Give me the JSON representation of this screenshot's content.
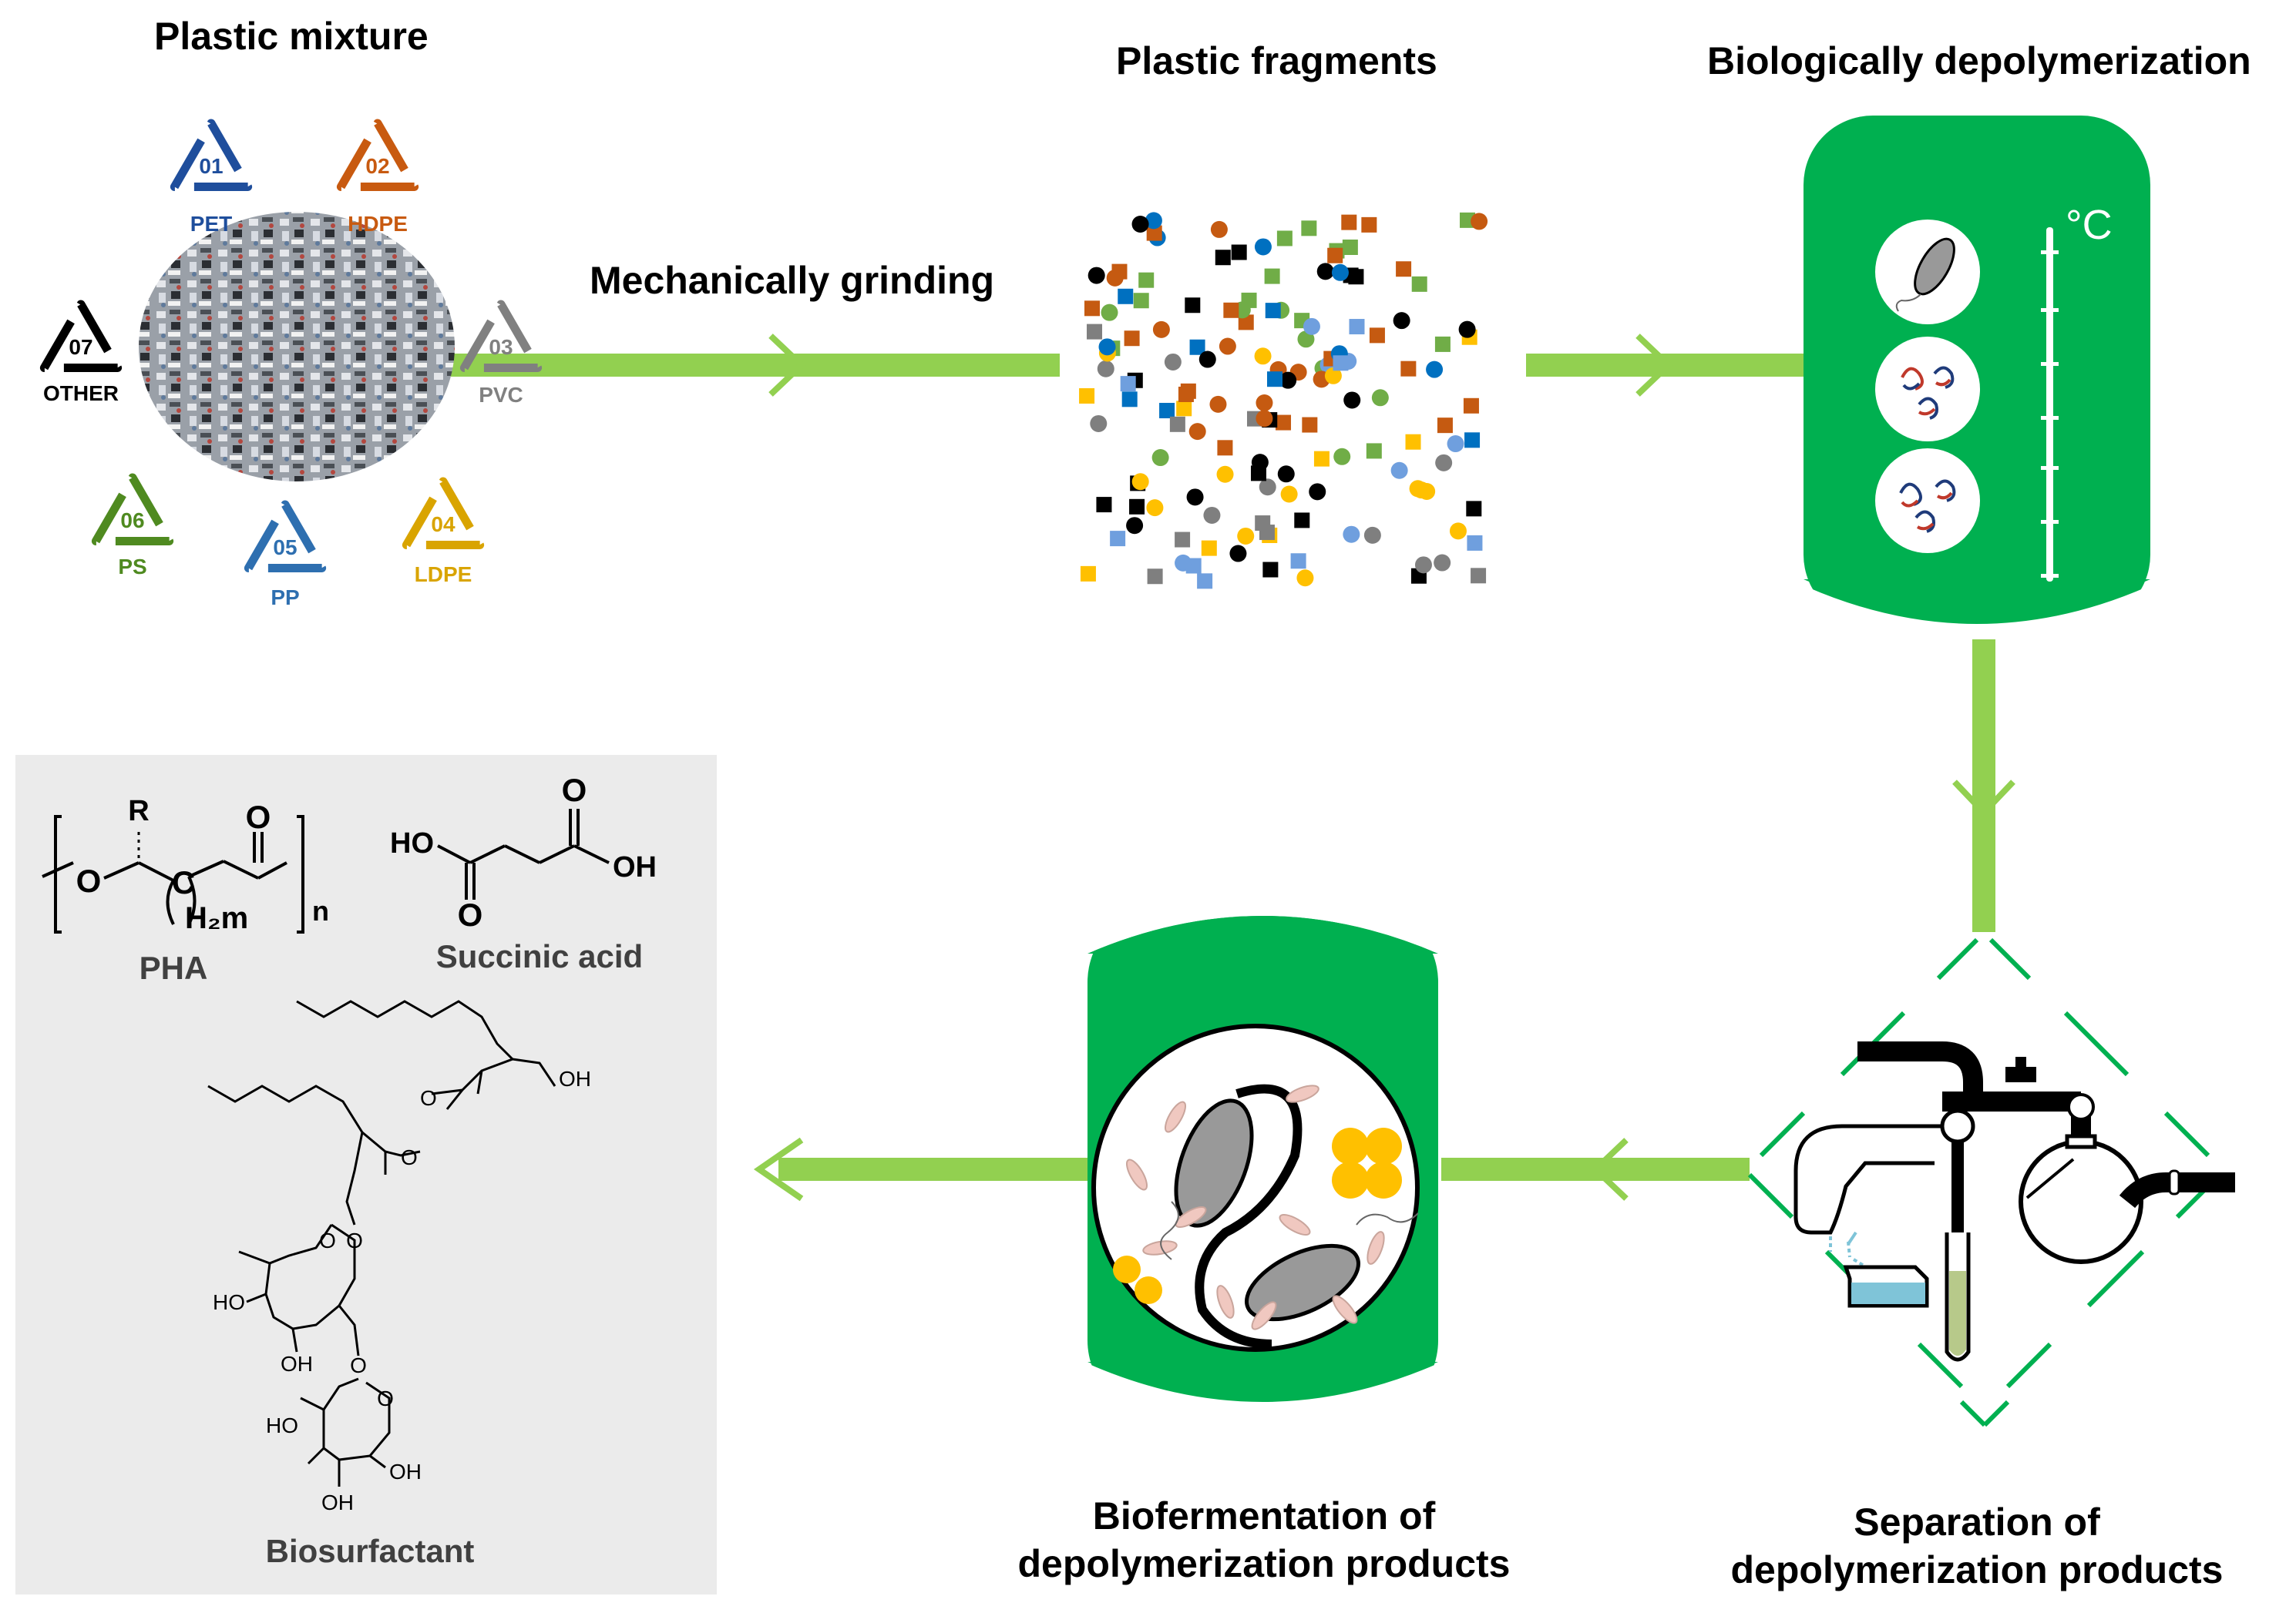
{
  "titles": {
    "plastic_mixture": "Plastic mixture",
    "mechanical": "Mechanically grinding",
    "fragments": "Plastic fragments",
    "bio_depoly": "Biologically depolymerization",
    "separation_l1": "Separation of",
    "separation_l2": "depolymerization products",
    "biofermentation_l1": "Biofermentation of",
    "biofermentation_l2": "depolymerization products"
  },
  "recycling_codes": [
    {
      "code": "01",
      "name": "PET",
      "color": "#1f4e9c"
    },
    {
      "code": "02",
      "name": "HDPE",
      "color": "#c85a10"
    },
    {
      "code": "03",
      "name": "PVC",
      "color": "#808080"
    },
    {
      "code": "04",
      "name": "LDPE",
      "color": "#d9a400"
    },
    {
      "code": "05",
      "name": "PP",
      "color": "#2e6fb0"
    },
    {
      "code": "06",
      "name": "PS",
      "color": "#4f8a20"
    },
    {
      "code": "07",
      "name": "OTHER",
      "color": "#000000"
    }
  ],
  "thermometer_unit": "°C",
  "products": {
    "pha": "PHA",
    "succinic": "Succinic acid",
    "biosurfactant": "Biosurfactant",
    "atoms": {
      "R": "R",
      "O": "O",
      "C": "C",
      "H2m": "H₂m",
      "n": "n",
      "HO": "HO",
      "OH": "OH"
    }
  },
  "colors": {
    "arrow": "#92d050",
    "tank": "#00b050",
    "panel_bg": "#ebebeb",
    "frag_orange": "#c55a11",
    "frag_green": "#70ad47",
    "frag_blue": "#0070c0",
    "frag_yellow": "#ffc000",
    "frag_gray": "#7f7f7f",
    "frag_lightblue": "#6f9fde",
    "frag_black": "#000000"
  }
}
